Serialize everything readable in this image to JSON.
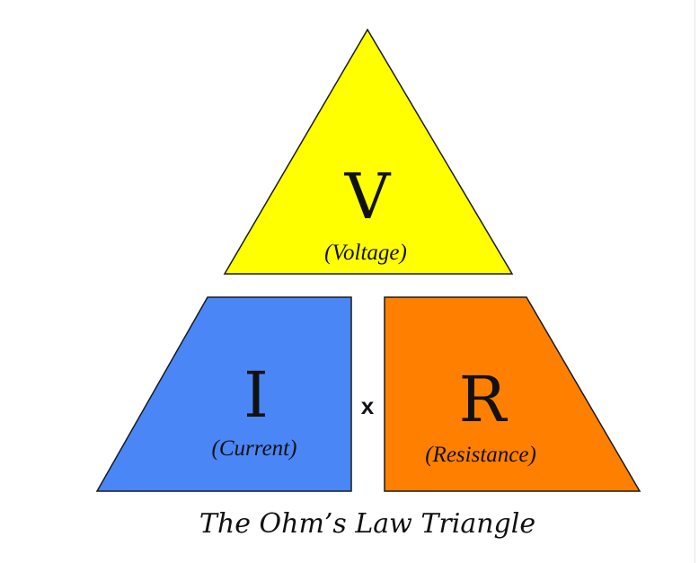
{
  "diagram": {
    "voltage": {
      "symbol": "V",
      "label": "(Voltage)",
      "color": "#FFFF00"
    },
    "current": {
      "symbol": "I",
      "label": "(Current)",
      "color": "#4A86F5"
    },
    "resistance": {
      "symbol": "R",
      "label": "(Resistance)",
      "color": "#FF7F00"
    },
    "operator": "x",
    "caption": "The Ohm’s Law Triangle"
  }
}
